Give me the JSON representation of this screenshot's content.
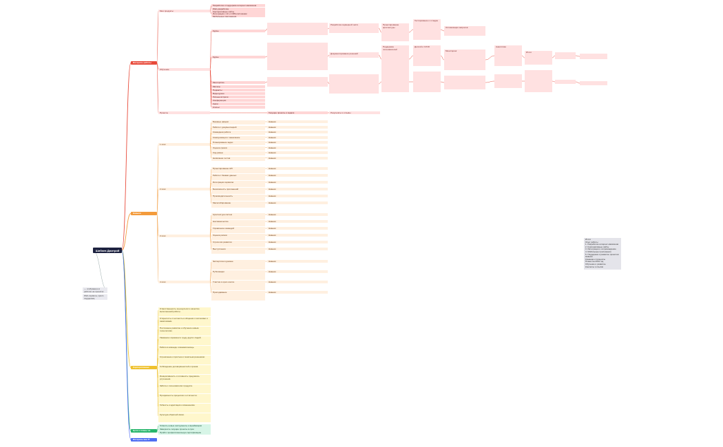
{
  "root": {
    "label": "Шибаев Дмитрий"
  },
  "left_notes": [
    "— отображено в работах на проектах",
    "Web-сервисы, кросс-поддержка, сопровождение"
  ],
  "categories": [
    {
      "id": "work",
      "label": "Интересы работы",
      "color": "#e84a3a"
    },
    {
      "id": "skills",
      "label": "Навыки",
      "color": "#f39b3c"
    },
    {
      "id": "lessons",
      "label": "Корпоративные ЦЕННОСТИ",
      "color": "#efc12d"
    },
    {
      "id": "plans",
      "label": "Цели и планы на 2019",
      "color": "#27b56b"
    },
    {
      "id": "contacts",
      "label": "Интересы вне IT",
      "color": "#4f6ef2"
    }
  ],
  "work": {
    "groups": [
      {
        "label": "Мои продукты",
        "children": [
          "Разработка и поддержка интернет-магазинов",
          "Web-разработка\nКорпоративные сайты\nИнтеграции с 1С и CRM-системами\nМобильные приложения"
        ]
      },
      {
        "label": "Обучение",
        "children": [
          "Курсы",
          "Курсы",
          "Менторство",
          "Личные встречи",
          "Конференции",
          "Книги",
          "Статьи",
          "Видеоуроки",
          "Подкасты",
          "Митапы"
        ]
      },
      {
        "label": "Проекты",
        "children": [
          "Текущие проекты и задачи"
        ]
      }
    ],
    "detail_chain": [
      "Разработка серверной части",
      "Проектирование архитектуры",
      "Тестирование и отладка",
      "Оптимизация запросов",
      "Документирование решений",
      "Поддержка пользователей",
      "Деплой и CI/CD",
      "Мониторинг",
      "Аналитика",
      "Итоги"
    ],
    "far_leaf": "Результаты и отзывы"
  },
  "skills": {
    "groups": [
      {
        "label": "1 этап",
        "items": [
          "Базовые навыки",
          "Работа с документацией",
          "Командная работа",
          "Коммуникация с заказчиком",
          "Планирование задач",
          "Оценка сроков",
          "Код-ревью",
          "Написание тестов"
        ],
        "tag": "Навыки"
      },
      {
        "label": "2 этап",
        "items": [
          "Проектирование API",
          "Работа с базами данных",
          "Интеграции сервисов",
          "Безопасность приложений",
          "Производительность",
          "Масштабирование"
        ],
        "tag": "Навыки"
      },
      {
        "label": "3 этап",
        "items": [
          "Архитектура систем",
          "Наставничество",
          "Управление командой",
          "Оценка рисков",
          "Стратегия развития",
          "Выступления"
        ],
        "tag": "Навыки"
      },
      {
        "label": "4 этап",
        "items": [
          "Экспертиза в домене",
          "Публикации",
          "Участие в open-source",
          "Преподавание"
        ],
        "tag": "Навыки"
      }
    ]
  },
  "lessons": {
    "paragraphs": [
      "Ответственность за результат и качество выполненной работы.",
      "Открытость и честность в общении с коллегами и заказчиками.",
      "Постоянное развитие и обучение новым технологиям.",
      "Уважение к времени и труду других людей.",
      "Работа в команде и взаимопомощь.",
      "Стремление к простым и понятным решениям.",
      "Соблюдение договорённостей и сроков.",
      "Инициативность и готовность предлагать улучшения.",
      "Забота о пользователях продукта.",
      "Прозрачность процессов и отчётности.",
      "Гибкость и адаптация к изменениям.",
      "Культура обратной связи."
    ]
  },
  "plans": {
    "items": [
      "Освоить новые инструменты и фреймворки",
      "Завершить текущие проекты в срок",
      "Пройти профессиональную сертификацию"
    ]
  },
  "contacts": {
    "label": "Интересы вне IT"
  },
  "info_panel": {
    "lines": [
      "Итоги",
      "Опыт работы",
      "1. Разработка интернет-магазинов",
      "2. Корпоративные сайты",
      "3. Интеграции и сопровождение",
      "4. Мобильные приложения",
      "5. Поддержка и развитие проектов",
      "Навыки",
      "Команда и процессы",
      "Планы на 2019 год",
      "Обучение и развитие",
      "Контакты и ссылки"
    ]
  }
}
